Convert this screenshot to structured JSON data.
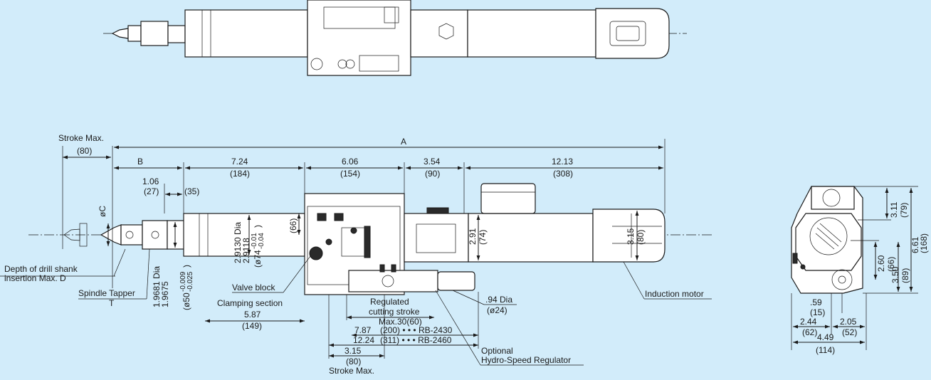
{
  "top_labels": {
    "stroke_max": "Stroke Max.",
    "stroke_max_mm": "(80)",
    "b": "B",
    "a": "A",
    "d1_in": "7.24",
    "d1_mm": "(184)",
    "d2_in": "6.06",
    "d2_mm": "(154)",
    "d3_in": "3.54",
    "d3_mm": "(90)",
    "d4_in": "12.13",
    "d4_mm": "(308)",
    "d5_in": "1.06",
    "d5_mm": "(27)",
    "d6_mm": "(35)",
    "oc": "øC"
  },
  "left_labels": {
    "depth1": "Depth of drill shank",
    "depth2": "insertion Max. D",
    "tapper1": "Spindle Tapper",
    "tapper2": "T",
    "valve": "Valve block",
    "clamp1": "Clamping section",
    "clamp2": "5.87",
    "clamp3": "(149)"
  },
  "vertical_labels": {
    "dia1": "1.9681 Dia",
    "dia2": "1.9675",
    "dia3": "(ø50",
    "tol_a": "-0.009",
    "tol_b": "-0.025",
    "close": ")",
    "dia4": "2.9130 Dia",
    "dia5": "2.9118",
    "dia6": "(ø74",
    "tol_c": "-0.01",
    "tol_d": "-0.04",
    "v66": "(66)",
    "v291": "2.91",
    "v74": "(74)",
    "v315": "3.15",
    "v80": "(80)"
  },
  "bottom_labels": {
    "reg1": "Regulated",
    "reg2": "cutting stroke",
    "reg3": "Max.30(60)",
    "dia94": ".94 Dia",
    "dia24": "(ø24)",
    "r1a": "7.87",
    "r1b": "(200) • • • RB-2430",
    "r2a": "12.24",
    "r2b": "(311) • • • RB-2460",
    "s1": "3.15",
    "s2": "(80)",
    "s3": "Stroke Max.",
    "opt1": "Optional",
    "opt2": "Hydro-Speed Regulator",
    "motor": "Induction motor"
  },
  "side_view": {
    "v311": "3.11",
    "v79": "(79)",
    "v661": "6.61",
    "v168": "(168)",
    "v260": "2.60",
    "v66": "(66)",
    "v350": "3.50",
    "v89": "(89)",
    "h59": ".59",
    "h15": "(15)",
    "h244": "2.44",
    "h62": "(62)",
    "h205": "2.05",
    "h52": "(52)",
    "h449": "4.49",
    "h114": "(114)"
  }
}
